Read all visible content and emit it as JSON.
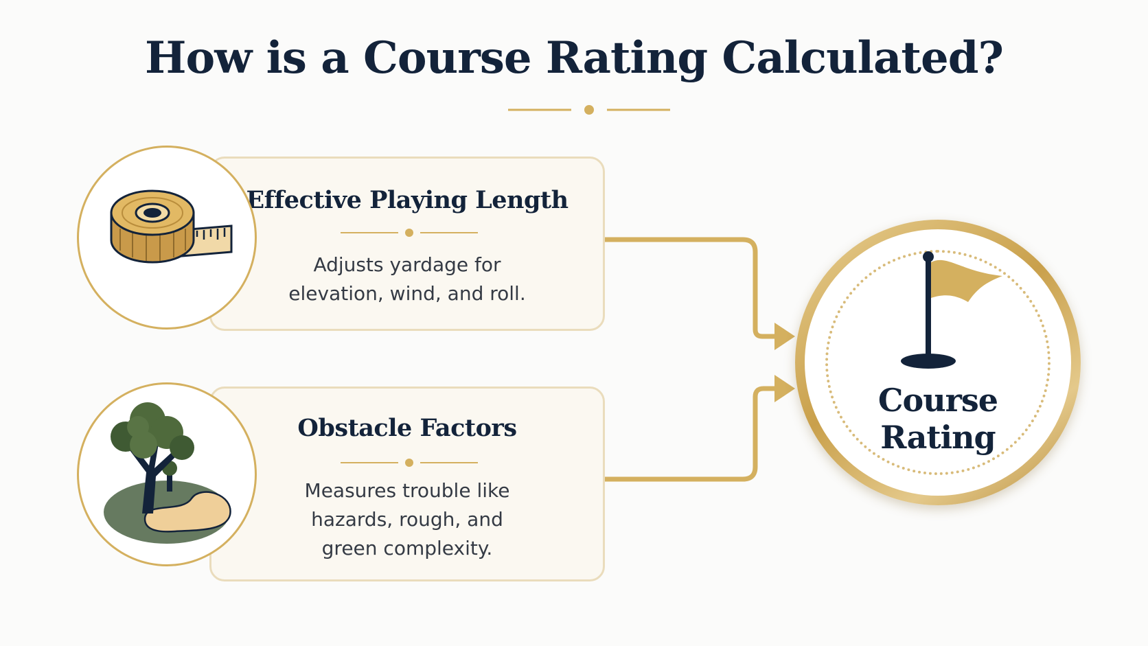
{
  "title": "How is a Course Rating Calculated?",
  "colors": {
    "navy": "#13233a",
    "gold": "#d4b05f",
    "card_border": "#eadcbc",
    "card_fill": "#fbf8f1"
  },
  "factors": [
    {
      "icon": "measuring-tape-icon",
      "title": "Effective Playing Length",
      "description_lines": [
        "Adjusts yardage for",
        "elevation, wind, and roll."
      ]
    },
    {
      "icon": "tree-and-bunker-icon",
      "title": "Obstacle Factors",
      "description_lines": [
        "Measures trouble like",
        "hazards, rough, and",
        "green complexity."
      ]
    }
  ],
  "result": {
    "icon": "golf-flag-icon",
    "label_lines": [
      "Course",
      "Rating"
    ]
  }
}
